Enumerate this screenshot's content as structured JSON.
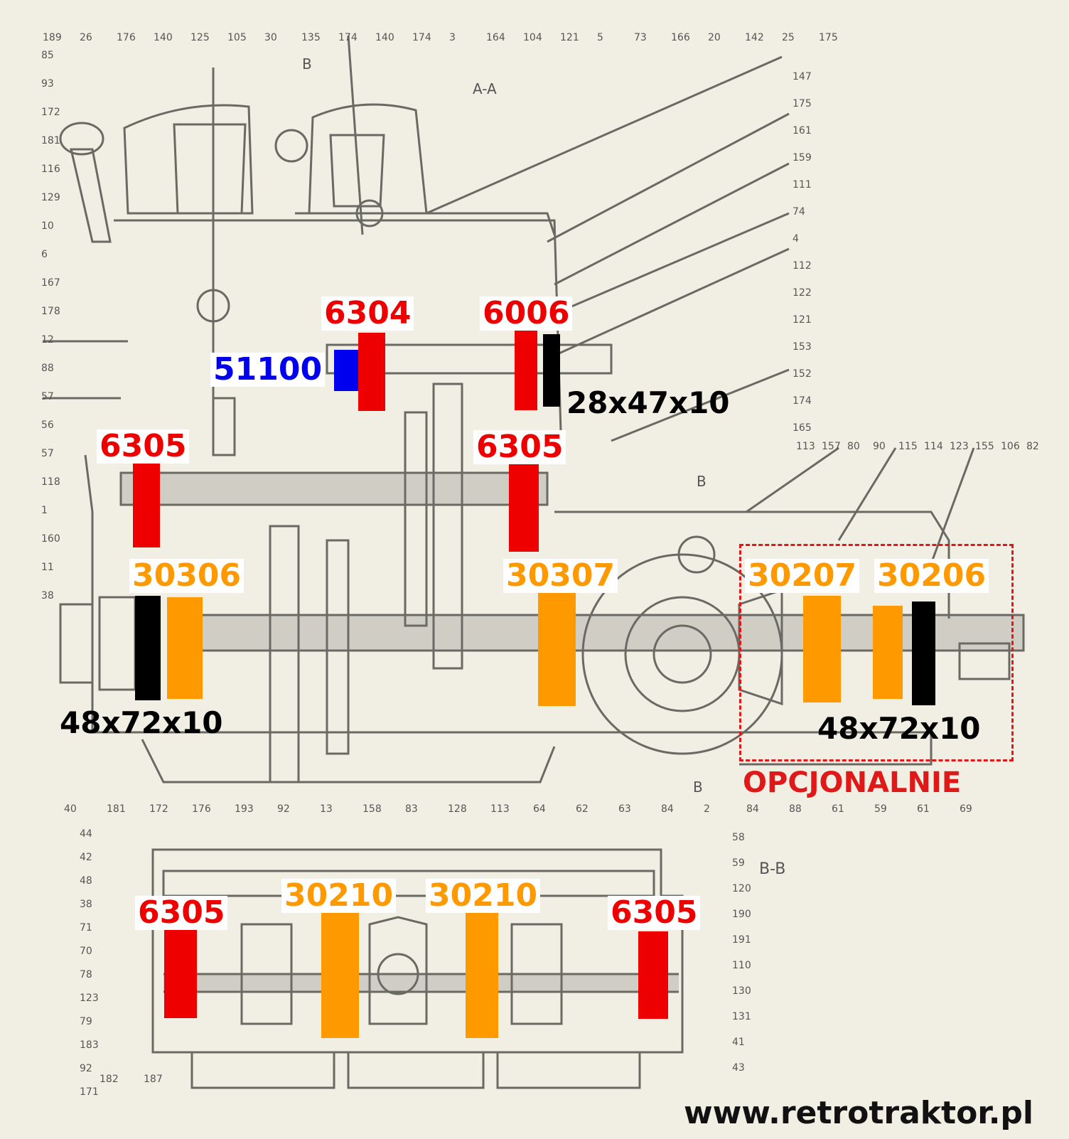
{
  "colors": {
    "ball": "#ee0000",
    "tapered": "#ff9900",
    "thrust": "#0000ee",
    "seal": "#000000",
    "optional": "#e01818",
    "paper": "#f1eee4",
    "ink": "#6a6a64"
  },
  "bearing_labels": [
    {
      "id": "b6304",
      "text": "6304",
      "type": "ball"
    },
    {
      "id": "b6006",
      "text": "6006",
      "type": "ball"
    },
    {
      "id": "b51100",
      "text": "51100",
      "type": "thrust"
    },
    {
      "id": "b6305_tl",
      "text": "6305",
      "type": "ball"
    },
    {
      "id": "b6305_tr",
      "text": "6305",
      "type": "ball"
    },
    {
      "id": "b30306",
      "text": "30306",
      "type": "tapered"
    },
    {
      "id": "b30307",
      "text": "30307",
      "type": "tapered"
    },
    {
      "id": "b30207",
      "text": "30207",
      "type": "tapered"
    },
    {
      "id": "b30206",
      "text": "30206",
      "type": "tapered"
    },
    {
      "id": "b6305_bl",
      "text": "6305",
      "type": "ball"
    },
    {
      "id": "b30210_l",
      "text": "30210",
      "type": "tapered"
    },
    {
      "id": "b30210_r",
      "text": "30210",
      "type": "tapered"
    },
    {
      "id": "b6305_br",
      "text": "6305",
      "type": "ball"
    }
  ],
  "seal_labels": {
    "top": "28x47x10",
    "left": "48x72x10",
    "right": "48x72x10"
  },
  "optional_label": "OPCJONALNIE",
  "section_labels": {
    "aa": "A-A",
    "bb": "B-B",
    "b1": "B",
    "b2": "B",
    "b3": "B"
  },
  "callouts": [
    "189",
    "26",
    "176",
    "140",
    "125",
    "105",
    "30",
    "135",
    "174",
    "140",
    "174",
    "3",
    "164",
    "104",
    "121",
    "5",
    "73",
    "166",
    "20",
    "142",
    "25",
    "175",
    "147",
    "175",
    "161",
    "159",
    "111",
    "74",
    "4",
    "112",
    "122",
    "121",
    "153",
    "152",
    "174",
    "165",
    "113",
    "157",
    "80",
    "90",
    "115",
    "114",
    "123",
    "155",
    "106",
    "82",
    "85",
    "93",
    "172",
    "181",
    "116",
    "129",
    "10",
    "6",
    "167",
    "178",
    "12",
    "88",
    "57",
    "56",
    "57",
    "118",
    "1",
    "160",
    "11",
    "38",
    "40",
    "181",
    "172",
    "176",
    "193",
    "92",
    "13",
    "158",
    "83",
    "128",
    "113",
    "64",
    "62",
    "63",
    "84",
    "2",
    "84",
    "88",
    "61",
    "59",
    "61",
    "69",
    "58",
    "59",
    "120",
    "190",
    "191",
    "110",
    "130",
    "131",
    "41",
    "43",
    "44",
    "42",
    "48",
    "38",
    "71",
    "70",
    "78",
    "123",
    "79",
    "183",
    "92",
    "171",
    "182",
    "187"
  ],
  "website": "www.retrotraktor.pl"
}
